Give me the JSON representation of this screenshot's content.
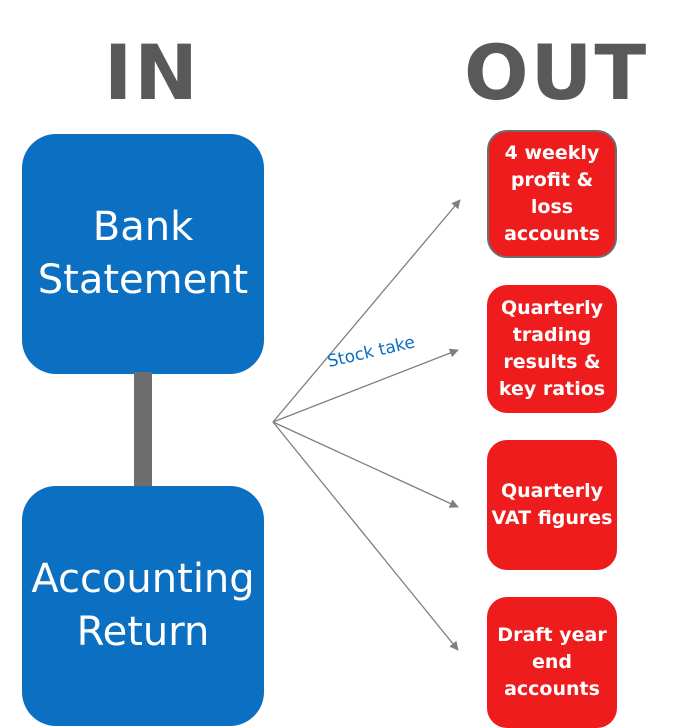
{
  "headings": {
    "in": "IN",
    "out": "OUT"
  },
  "inputs": [
    {
      "lines": [
        "Bank",
        "Statement"
      ]
    },
    {
      "lines": [
        "Accounting",
        "Return"
      ]
    }
  ],
  "outputs": [
    {
      "lines": [
        "4 weekly",
        "profit & loss",
        "accounts"
      ]
    },
    {
      "lines": [
        "Quarterly",
        "trading",
        "results &",
        "key ratios"
      ]
    },
    {
      "lines": [
        "Quarterly",
        "VAT figures"
      ]
    },
    {
      "lines": [
        "Draft year",
        "end",
        "accounts"
      ]
    }
  ],
  "arrow_label": "Stock take",
  "colors": {
    "input_box": "#0b6fc2",
    "output_box": "#ee1c1c",
    "heading": "#595959",
    "connector": "#6d6d6f",
    "arrow": "#7f7f7f",
    "label": "#0b6fc2"
  }
}
